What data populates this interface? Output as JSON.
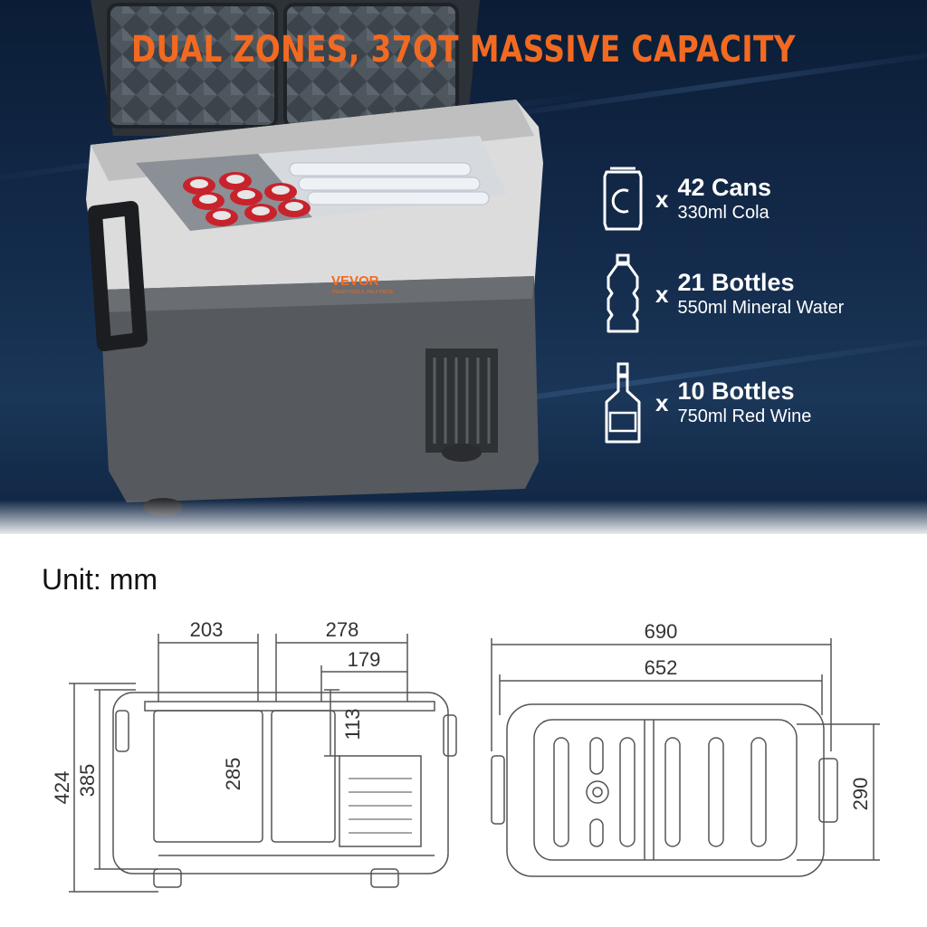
{
  "headline": "DUAL ZONES, 37QT MASSIVE CAPACITY",
  "brand": {
    "logo": "VEVOR",
    "tagline": "TOUGH TOOLS, HALF PRICE"
  },
  "capacity": [
    {
      "icon": "can-icon",
      "multiplier": "x",
      "main": "42 Cans",
      "sub": "330ml Cola"
    },
    {
      "icon": "water-bottle-icon",
      "multiplier": "x",
      "main": "21 Bottles",
      "sub": "550ml Mineral Water"
    },
    {
      "icon": "wine-bottle-icon",
      "multiplier": "x",
      "main": "10 Bottles",
      "sub": "750ml Red Wine"
    }
  ],
  "unit_label": "Unit: mm",
  "dimensions": {
    "front_view": {
      "left_zone_width": "203",
      "right_zone_width": "278",
      "inner_width": "179",
      "inner_depth_small": "113",
      "inner_depth": "285",
      "outer_height": "424",
      "body_height": "385"
    },
    "top_view": {
      "outer_length": "690",
      "body_length": "652",
      "depth": "290"
    }
  },
  "colors": {
    "accent": "#f26a21",
    "background_dark": "#0f2340",
    "line": "#444444"
  }
}
